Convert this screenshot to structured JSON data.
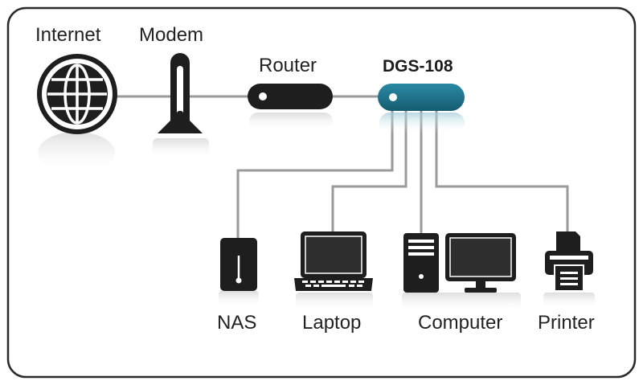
{
  "diagram": {
    "labels": {
      "internet": "Internet",
      "modem": "Modem",
      "router": "Router",
      "switch": "DGS-108",
      "nas": "NAS",
      "laptop": "Laptop",
      "computer": "Computer",
      "printer": "Printer"
    },
    "colors": {
      "device": "#1e1e1e",
      "switch": "#1f6f86",
      "cable": "#9a9a9a",
      "frame": "#2a2a2a",
      "text": "#222222"
    },
    "icons": [
      "globe-icon",
      "modem-icon",
      "router-icon",
      "switch-icon",
      "nas-icon",
      "laptop-icon",
      "tower-icon",
      "monitor-icon",
      "printer-icon"
    ]
  }
}
